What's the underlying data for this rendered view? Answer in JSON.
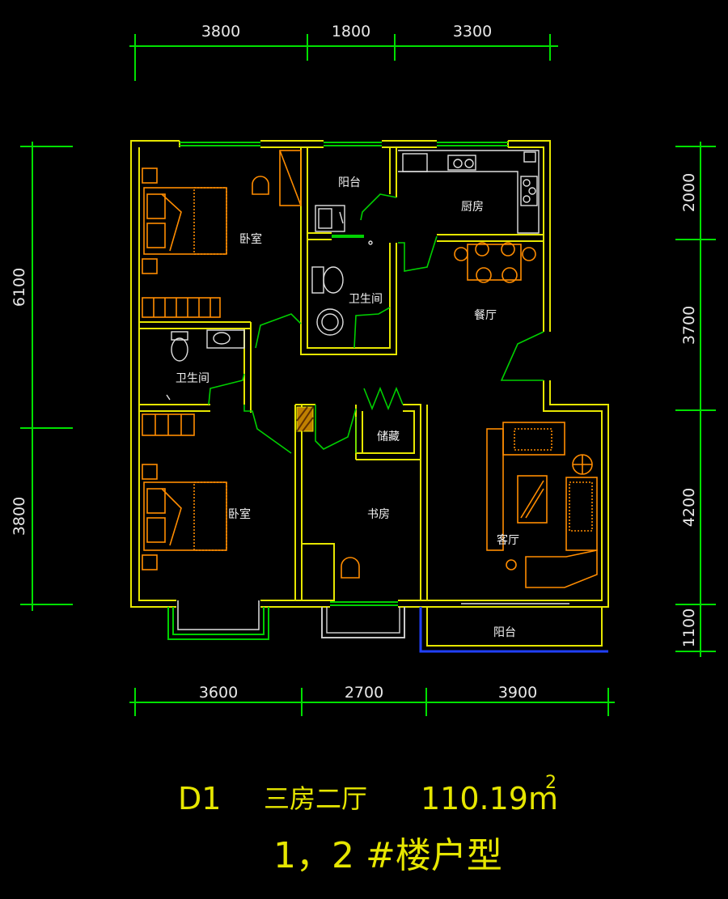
{
  "dimensions": {
    "top": [
      "3800",
      "1800",
      "3300"
    ],
    "bottom": [
      "3600",
      "2700",
      "3900"
    ],
    "left": [
      "6100",
      "3800"
    ],
    "right": [
      "2000",
      "3700",
      "4200",
      "1100"
    ]
  },
  "rooms": {
    "bedroom_top": "卧室",
    "balcony_top": "阳台",
    "kitchen": "厨房",
    "bathroom_center": "卫生间",
    "dining": "餐厅",
    "bathroom_left": "卫生间",
    "storage": "储藏",
    "bedroom_bottom": "卧室",
    "study": "书房",
    "living": "客厅",
    "balcony_bottom": "阳台"
  },
  "title": {
    "code": "D1",
    "layout": "三房二厅",
    "area": "110.19m",
    "area_sup": "2",
    "building": "1，2 #楼户型"
  },
  "colors": {
    "wall": "#e6e600",
    "dim": "#00e000",
    "furniture": "#ff8c00",
    "door": "#00d000",
    "window_blue": "#2040ff"
  }
}
